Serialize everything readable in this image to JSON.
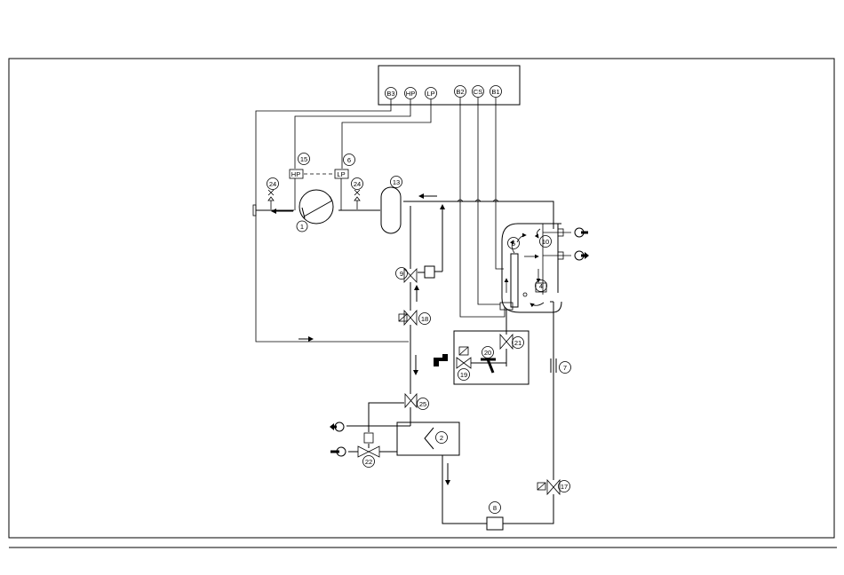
{
  "controller": {
    "terminals": [
      "B3",
      "HP",
      "LP",
      "B2",
      "CS",
      "B1"
    ]
  },
  "switches": {
    "hp": "HP",
    "lp": "LP"
  },
  "components": {
    "c1": "1",
    "c2": "2",
    "c4": "4",
    "c5": "5",
    "c6": "6",
    "c7": "7",
    "c8": "8",
    "c9": "9",
    "c10": "10",
    "c13": "13",
    "c15": "15",
    "c17": "17",
    "c18": "18",
    "c19": "19",
    "c20": "20",
    "c21": "21",
    "c22": "22",
    "c24a": "24",
    "c24b": "24",
    "c25": "25"
  },
  "colors": {
    "line": "#000000",
    "background": "#ffffff"
  }
}
